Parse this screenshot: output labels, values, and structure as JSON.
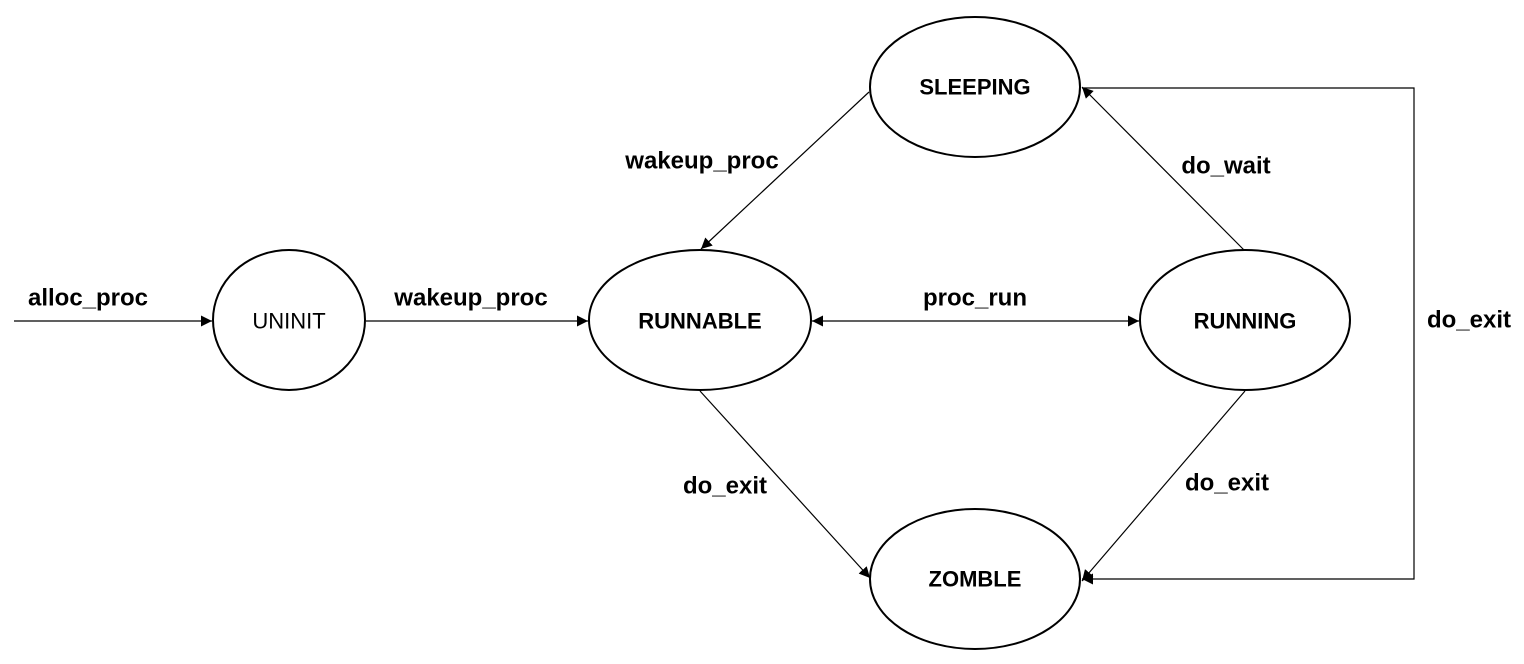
{
  "diagram": {
    "states": {
      "uninit": "UNINIT",
      "runnable": "RUNNABLE",
      "running": "RUNNING",
      "sleeping": "SLEEPING",
      "zomble": "ZOMBLE"
    },
    "transitions": {
      "alloc_proc": "alloc_proc",
      "uninit_to_runnable": "wakeup_proc",
      "sleeping_to_runnable": "wakeup_proc",
      "runnable_running": "proc_run",
      "running_to_sleeping": "do_wait",
      "runnable_to_zomble": "do_exit",
      "running_to_zomble": "do_exit",
      "sleeping_to_zomble": "do_exit"
    },
    "colors": {
      "stroke": "#000000",
      "background": "#ffffff"
    }
  }
}
